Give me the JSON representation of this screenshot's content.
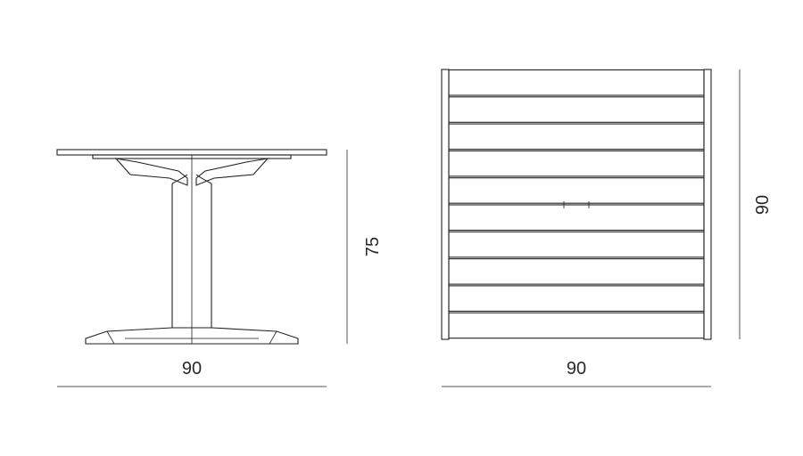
{
  "side_view": {
    "width_label": "90",
    "height_label": "75"
  },
  "top_view": {
    "width_label": "90",
    "depth_label": "90",
    "slat_count": 10
  },
  "colors": {
    "line": "#222222",
    "dimension_line": "#555555",
    "text": "#2a2a2a",
    "background": "#ffffff"
  }
}
